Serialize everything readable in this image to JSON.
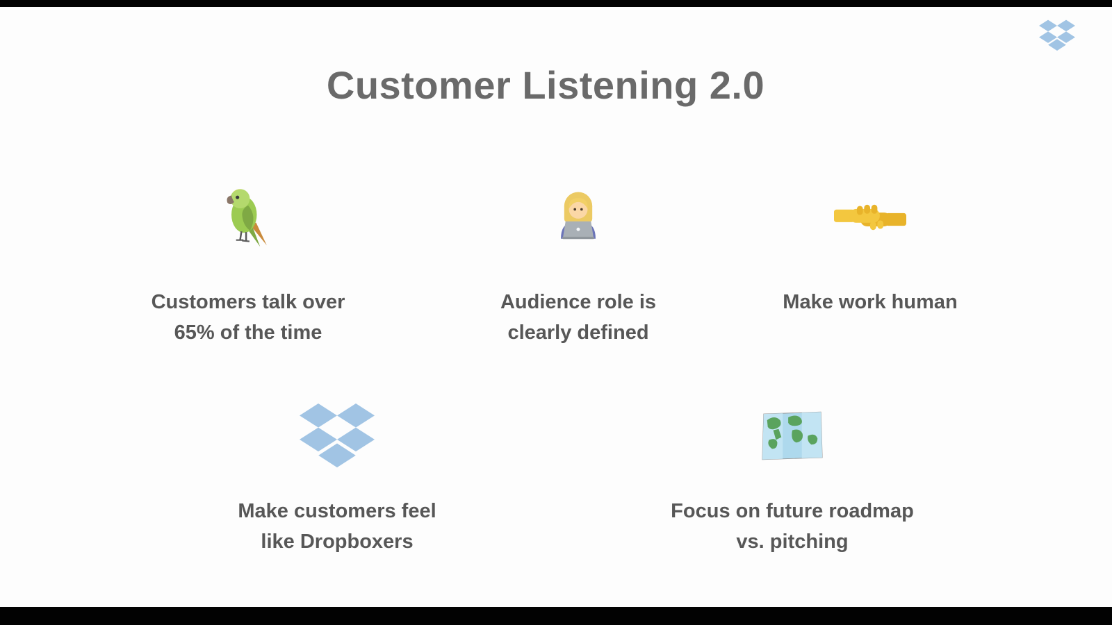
{
  "slide": {
    "title": "Customer Listening 2.0",
    "brand": {
      "icon": "dropbox-logo",
      "color": "#a1c4e4"
    },
    "items": [
      {
        "icon": "parrot",
        "line1": "Customers talk over",
        "line2": "65% of the time"
      },
      {
        "icon": "woman-technologist",
        "line1": "Audience role is",
        "line2": "clearly defined"
      },
      {
        "icon": "handshake",
        "line1": "Make work human",
        "line2": ""
      },
      {
        "icon": "dropbox-glyph",
        "line1": "Make customers feel",
        "line2": "like Dropboxers"
      },
      {
        "icon": "world-map",
        "line1": "Focus on future roadmap",
        "line2": "vs. pitching"
      }
    ]
  }
}
